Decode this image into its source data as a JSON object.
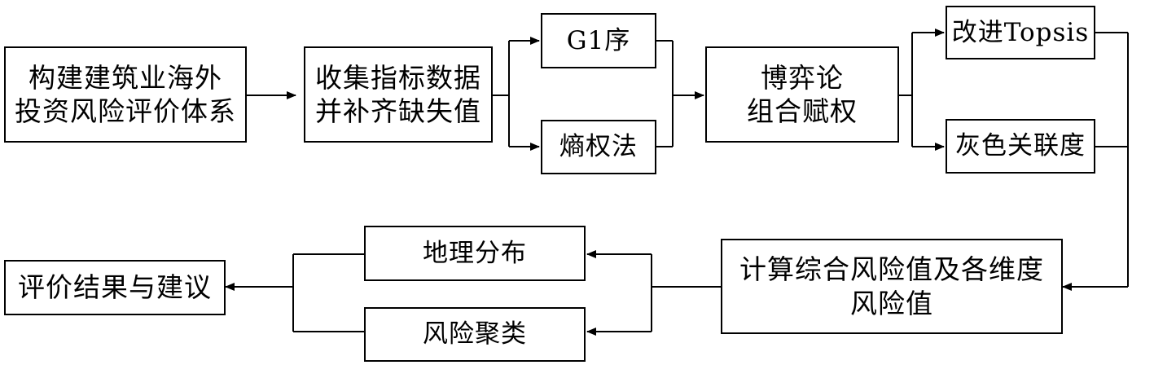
{
  "nodes": {
    "build_system": {
      "line1": "构建建筑业海外",
      "line2": "投资风险评价体系"
    },
    "collect_data": {
      "line1": "收集指标数据",
      "line2": "并补齐缺失值"
    },
    "g1": {
      "label": "G1序"
    },
    "entropy": {
      "label": "熵权法"
    },
    "game_theory": {
      "line1": "博弈论",
      "line2": "组合赋权"
    },
    "topsis": {
      "label": "改进Topsis"
    },
    "grey": {
      "label": "灰色关联度"
    },
    "calculate": {
      "line1": "计算综合风险值及各维度",
      "line2": "风险值"
    },
    "geo": {
      "label": "地理分布"
    },
    "cluster": {
      "label": "风险聚类"
    },
    "result": {
      "label": "评价结果与建议"
    }
  }
}
